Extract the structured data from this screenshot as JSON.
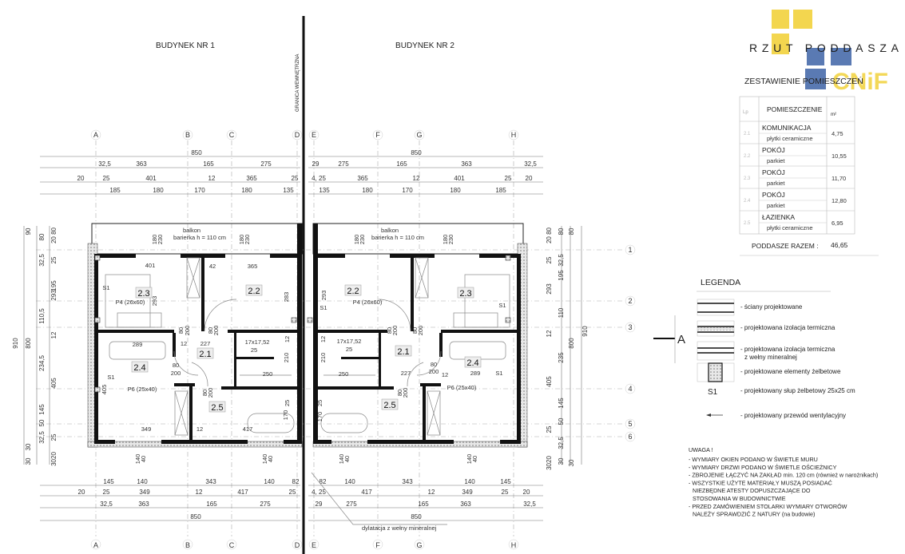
{
  "header": {
    "building1": "BUDYNEK NR 1",
    "building2": "BUDYNEK NR 2",
    "boundary_label": "GRANICA WEWNĘTRZNA",
    "plan_title": "RZUT PODDASZA",
    "logo_text": "CNiF",
    "dilatation_note": "dylatacja z wełny mineralnej",
    "section_marker": "A"
  },
  "axes": {
    "columns": [
      "A",
      "B",
      "C",
      "D",
      "E",
      "F",
      "G",
      "H"
    ],
    "rows": [
      "1",
      "2",
      "3",
      "4",
      "5",
      "6"
    ]
  },
  "dimensions": {
    "top": {
      "b1": [
        [
          "850"
        ],
        [
          "32,5",
          "363",
          "165",
          "275"
        ],
        [
          "20",
          "25",
          "401",
          "12",
          "365",
          "25"
        ],
        [
          "185",
          "180",
          "170",
          "180",
          "135"
        ]
      ],
      "b2": [
        [
          "850"
        ],
        [
          "29",
          "275",
          "165",
          "363",
          "32,5"
        ],
        [
          "4, 25",
          "365",
          "12",
          "401",
          "25",
          "20"
        ],
        [
          "135",
          "180",
          "170",
          "180",
          "185"
        ]
      ]
    },
    "bottom": {
      "b1": [
        [
          "145",
          "140",
          "343",
          "140",
          "82"
        ],
        [
          "20",
          "25",
          "349",
          "12",
          "417",
          "25"
        ],
        [
          "32,5",
          "363",
          "165",
          "275"
        ],
        [
          "850"
        ]
      ],
      "b2": [
        [
          "82",
          "140",
          "343",
          "140",
          "145"
        ],
        [
          "4, 25",
          "417",
          "12",
          "349",
          "25",
          "20"
        ],
        [
          "29",
          "275",
          "165",
          "363",
          "32,5"
        ],
        [
          "850"
        ]
      ]
    },
    "left": [
      "910",
      "800",
      "90",
      "80",
      "32,5",
      "195",
      "110,5",
      "234,5",
      "145",
      "50",
      "32,5",
      "30",
      "30",
      "20 80",
      "25",
      "293",
      "12",
      "405",
      "25",
      "3020"
    ],
    "right": [
      "20 80",
      "25",
      "293",
      "12",
      "405",
      "25",
      "3020",
      "80",
      "32,5",
      "195",
      "110",
      "235",
      "145",
      "50",
      "32,5",
      "30",
      "80",
      "800",
      "30",
      "910"
    ]
  },
  "plan": {
    "rooms_b1": [
      "2.3",
      "2.2",
      "2.1",
      "2.4",
      "2.5"
    ],
    "rooms_b2": [
      "2.2",
      "2.3",
      "2.1",
      "2.4",
      "2.5"
    ],
    "annotations_b1": [
      "balkon",
      "barierka h = 110 cm",
      "180",
      "230",
      "180",
      "230",
      "401",
      "42",
      "365",
      "293",
      "283",
      "S1",
      "P4 (26x60)",
      "80",
      "200",
      "80",
      "200",
      "12",
      "227",
      "17x17,52",
      "25",
      "12",
      "210",
      "250",
      "289",
      "80",
      "200",
      "S1",
      "405",
      "P6 (25x40)",
      "80",
      "200",
      "25",
      "170",
      "349",
      "12",
      "417",
      "140",
      "40",
      "140",
      "40"
    ],
    "annotations_b2": [
      "balkon",
      "barierka h = 110 cm",
      "180",
      "230",
      "180",
      "230",
      "293",
      "S1",
      "P4 (26x60)",
      "S1",
      "80",
      "200",
      "80",
      "200",
      "17x17,52",
      "25",
      "12",
      "210",
      "250",
      "227",
      "80",
      "200",
      "12",
      "289",
      "S1",
      "P6 (25x40)",
      "80",
      "200",
      "25",
      "170",
      "140",
      "40",
      "140",
      "40"
    ]
  },
  "rooms_table": {
    "title": "ZESTAWIENIE POMIESZCZEŃ",
    "header_nr": "Lp",
    "header_name": "POMIESZCZENIE",
    "header_area": "m²",
    "rows": [
      {
        "nr": "2.1",
        "name": "KOMUNIKACJA",
        "finish": "płytki ceramiczne",
        "area": "4,75"
      },
      {
        "nr": "2.2",
        "name": "POKÓJ",
        "finish": "parkiet",
        "area": "10,55"
      },
      {
        "nr": "2.3",
        "name": "POKÓJ",
        "finish": "parkiet",
        "area": "11,70"
      },
      {
        "nr": "2.4",
        "name": "POKÓJ",
        "finish": "parkiet",
        "area": "12,80"
      },
      {
        "nr": "2.5",
        "name": "ŁAZIENKA",
        "finish": "płytki ceramiczne",
        "area": "6,95"
      }
    ],
    "total_label": "PODDASZE   RAZEM  :",
    "total_value": "46,65"
  },
  "legend": {
    "title": "LEGENDA",
    "items": [
      "- ściany projektowane",
      "- projektowana izolacja termiczna",
      "- projektowana izolacja termiczna",
      "z wełny mineralnej",
      "- projektowane elementy żelbetowe",
      "- projektowany słup żelbetowy 25x25 cm",
      "- projektowany przewód wentylacyjny"
    ],
    "column_symbol": "S1"
  },
  "notes": {
    "title": "UWAGA !",
    "lines": [
      "- WYMIARY OKIEN PODANO W ŚWIETLE MURU",
      "- WYMIARY DRZWI PODANO W ŚWIETLE OŚCIEŻNICY",
      "- ZBROJENIE ŁĄCZYĆ NA ZAKŁAD min. 120 cm (również w narożnikach)",
      "- WSZYSTKIE UŻYTE MATERIAŁY MUSZĄ POSIADAĆ",
      "NIEZBĘDNE ATESTY DOPUSZCZAJĄCE DO",
      "STOSOWANIA W BUDOWNICTWIE",
      "- PRZED ZAMÓWIENIEM STOLARKI WYMIARY OTWORÓW",
      "NALEŻY SPRAWDZIĆ Z NATURY (na budowie)"
    ]
  },
  "colors": {
    "logo_yellow": "#f2d23c",
    "logo_blue": "#3d63a6",
    "ink": "#111111"
  }
}
